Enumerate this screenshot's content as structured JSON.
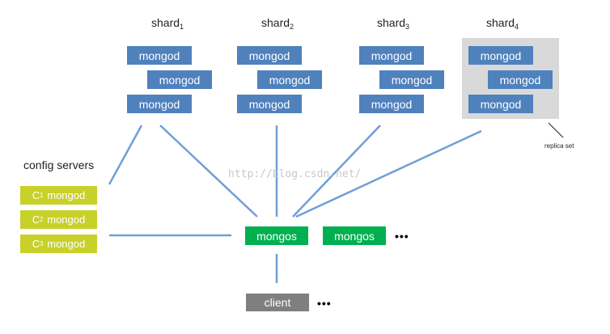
{
  "shards": [
    {
      "name": "shard",
      "sub": "1",
      "mongod": [
        "mongod",
        "mongod",
        "mongod"
      ]
    },
    {
      "name": "shard",
      "sub": "2",
      "mongod": [
        "mongod",
        "mongod",
        "mongod"
      ]
    },
    {
      "name": "shard",
      "sub": "3",
      "mongod": [
        "mongod",
        "mongod",
        "mongod"
      ]
    },
    {
      "name": "shard",
      "sub": "4",
      "mongod": [
        "mongod",
        "mongod",
        "mongod"
      ]
    }
  ],
  "replica_label": "replica set",
  "config": {
    "title": "config servers",
    "servers": [
      {
        "prefix": "C",
        "sub": "1",
        "label": "mongod"
      },
      {
        "prefix": "C",
        "sub": "2",
        "label": "mongod"
      },
      {
        "prefix": "C",
        "sub": "3",
        "label": "mongod"
      }
    ]
  },
  "mongos": [
    "mongos",
    "mongos"
  ],
  "mongos_more": "•••",
  "client": {
    "label": "client",
    "more": "•••"
  },
  "watermark": "http://blog.csdn.net/",
  "colors": {
    "mongod": "#4f81bd",
    "config": "#c7d12a",
    "mongos": "#00b050",
    "client": "#7f7f7f",
    "line": "#6f9fd8",
    "replica_bg": "#d9d9d9"
  }
}
